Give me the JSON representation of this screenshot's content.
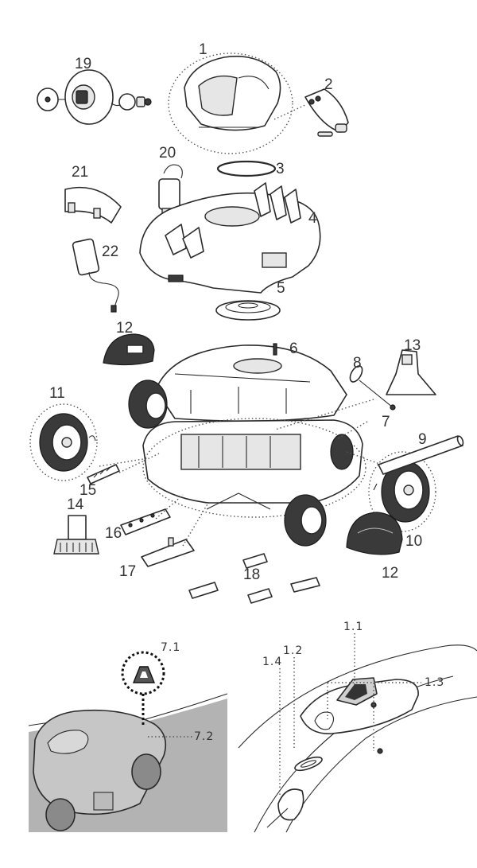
{
  "callouts": {
    "p1": "1",
    "p2": "2",
    "p3": "3",
    "p4": "4",
    "p5": "5",
    "p6": "6",
    "p7": "7",
    "p8": "8",
    "p9": "9",
    "p10": "10",
    "p11": "11",
    "p12a": "12",
    "p12b": "12",
    "p13": "13",
    "p14": "14",
    "p15": "15",
    "p16": "16",
    "p17": "17",
    "p18": "18",
    "p19": "19",
    "p20": "20",
    "p21": "21",
    "p22": "22"
  },
  "detail_callouts": {
    "d71": "7.1",
    "d72": "7.2",
    "d11": "1.1",
    "d12": "1.2",
    "d13": "1.3",
    "d14": "1.4"
  },
  "colors": {
    "line": "#2a2a2a",
    "water": "#b3b3b3",
    "label": "#333333"
  }
}
